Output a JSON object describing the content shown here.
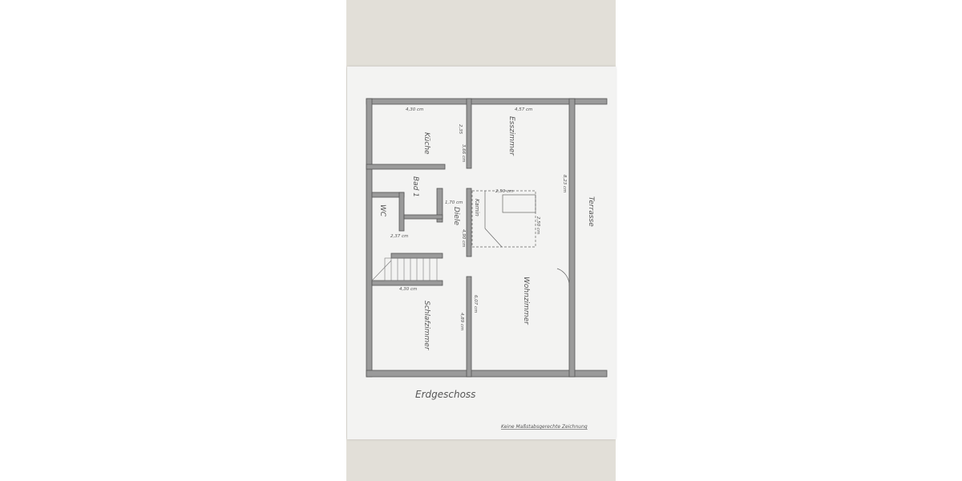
{
  "plan": {
    "floor_title": "Erdgeschoss",
    "disclaimer": "Keine Maßstabsgerechte Zeichnung",
    "rooms": {
      "kitchen": "Küche",
      "dining": "Esszimmer",
      "bath": "Bad 1",
      "wc": "WC",
      "hall": "Diele",
      "fireplace": "Kamin",
      "terrace": "Terrasse",
      "living": "Wohnzimmer",
      "bedroom": "Schlafzimmer"
    },
    "dimensions": {
      "kitchen_width": "4,30 cm",
      "dining_width": "4,57 cm",
      "kitchen_depth": "2,35",
      "dining_wall": "3,66 cm",
      "fireplace_width": "2,50 cm",
      "fireplace_depth": "2,50 cm",
      "right_wall": "8,23 cm",
      "hall_width": "1,70 cm",
      "hall_length": "4,90 cm",
      "wc_width": "2,37 cm",
      "bedroom_width": "4,30 cm",
      "living_wall": "6,07 cm",
      "bedroom_depth": "4,89 cm"
    },
    "colors": {
      "paper": "#f3f3f2",
      "background": "#e2dfd8",
      "wall": "#8a8a8a",
      "ink": "#555555"
    }
  }
}
